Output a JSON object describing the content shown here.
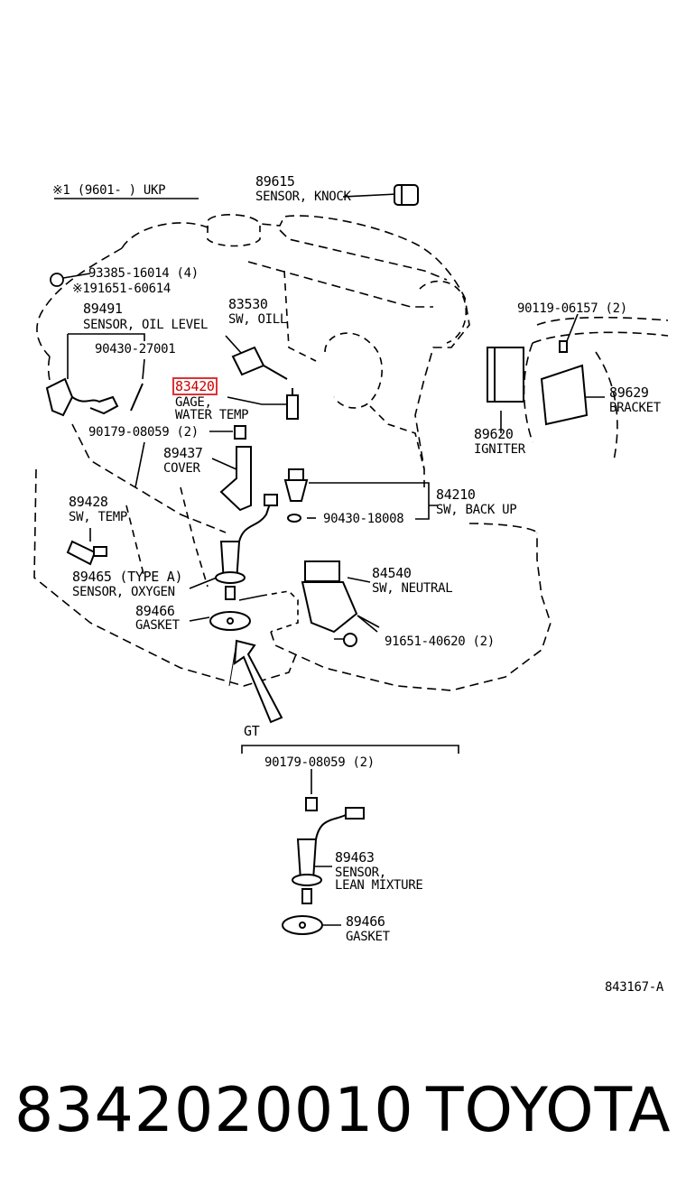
{
  "header": {
    "note": "※1 (9601-      ) UKP"
  },
  "parts": {
    "p89615": {
      "no": "89615",
      "name": "SENSOR, KNOCK"
    },
    "p93385": {
      "no": "93385-16014 (4)"
    },
    "p91651a": {
      "no": "※191651-60614"
    },
    "p89491": {
      "no": "89491",
      "name": "SENSOR, OIL  LEVEL"
    },
    "p83530": {
      "no": "83530",
      "name": "SW, OILL"
    },
    "p90430a": {
      "no": "90430-27001"
    },
    "p83420": {
      "no": "83420",
      "name1": "GAGE,",
      "name2": "WATER TEMP"
    },
    "p90179a": {
      "no": "90179-08059 (2)"
    },
    "p89437": {
      "no": "89437",
      "name": "COVER"
    },
    "p89428": {
      "no": "89428",
      "name": "SW, TEMP"
    },
    "p89465": {
      "no": "89465 (TYPE  A)",
      "name": "SENSOR, OXYGEN"
    },
    "p89466a": {
      "no": "89466",
      "name": "GASKET"
    },
    "p90119": {
      "no": "90119-06157 (2)"
    },
    "p89629": {
      "no": "89629",
      "name": "BRACKET"
    },
    "p89620": {
      "no": "89620",
      "name": "IGNITER"
    },
    "p84210": {
      "no": "84210",
      "name": "SW, BACK  UP"
    },
    "p90430b": {
      "no": "90430-18008"
    },
    "p84540": {
      "no": "84540",
      "name": "SW, NEUTRAL"
    },
    "p91651b": {
      "no": "91651-40620 (2)"
    },
    "gt": {
      "label": "GT"
    },
    "p90179b": {
      "no": "90179-08059 (2)"
    },
    "p89463": {
      "no": "89463",
      "name1": "SENSOR,",
      "name2": "LEAN  MIXTURE"
    },
    "p89466b": {
      "no": "89466",
      "name": "GASKET"
    }
  },
  "diagram_code": "843167-A",
  "footer": {
    "part_number": "8342020010",
    "brand": "TOYOTA"
  },
  "colors": {
    "highlight": "#d33333",
    "ink": "#000000"
  }
}
